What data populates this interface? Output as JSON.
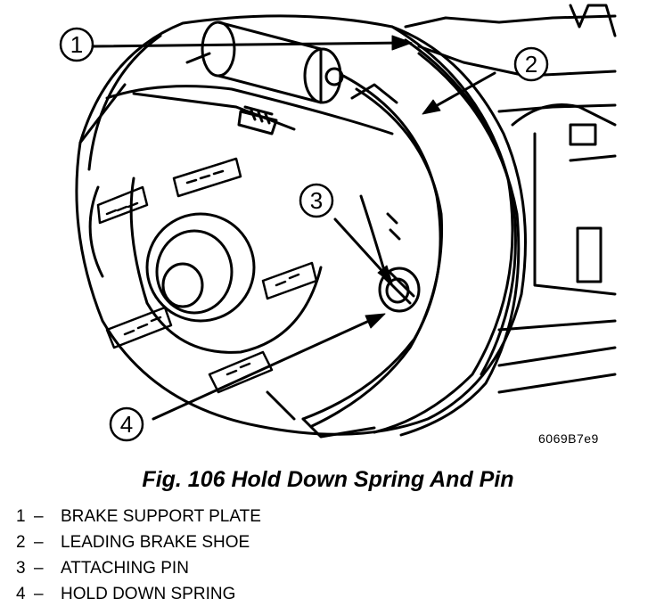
{
  "figure": {
    "code": "6069B7e9",
    "caption": "Fig. 106 Hold Down Spring And Pin",
    "callouts": [
      "1",
      "2",
      "3",
      "4"
    ]
  },
  "legend": [
    {
      "num": "1",
      "dash": "–",
      "text": "BRAKE SUPPORT PLATE"
    },
    {
      "num": "2",
      "dash": "–",
      "text": "LEADING BRAKE SHOE"
    },
    {
      "num": "3",
      "dash": "–",
      "text": "ATTACHING PIN"
    },
    {
      "num": "4",
      "dash": "–",
      "text": "HOLD DOWN SPRING"
    }
  ]
}
